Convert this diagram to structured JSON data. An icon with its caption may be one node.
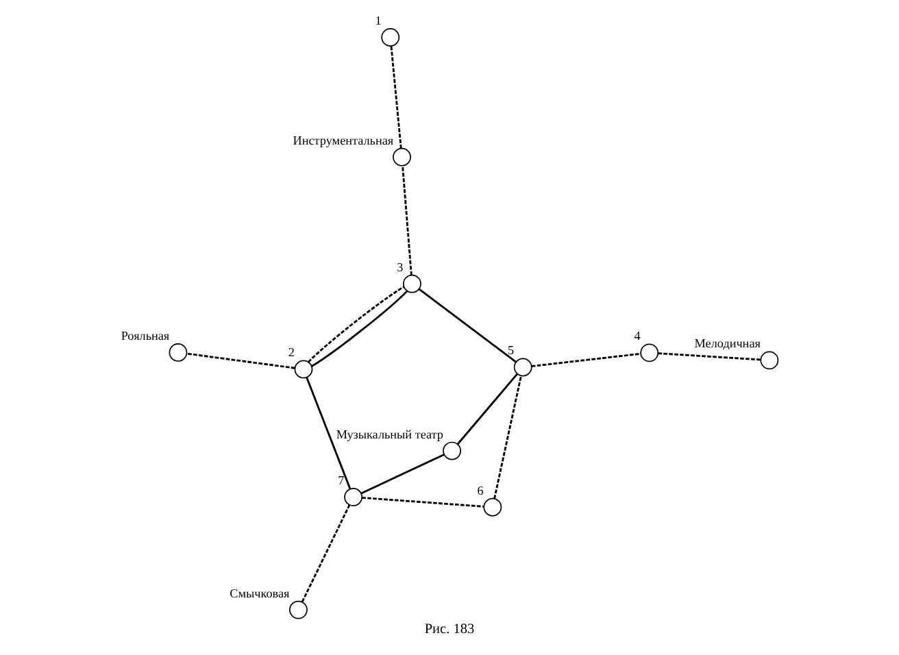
{
  "diagram": {
    "caption": "Рис. 183",
    "nodes": [
      {
        "text": [],
        "shape": "circle",
        "beside": [
          "Рояльная"
        ]
      },
      {
        "text": [],
        "shape": "circle",
        "beside": [
          "2"
        ]
      },
      {
        "text": [],
        "shape": "circle",
        "beside": [
          "7"
        ]
      },
      {
        "text": [],
        "shape": "circle",
        "beside": [
          "Инструментальная"
        ]
      },
      {
        "text": [],
        "shape": "circle",
        "beside": [
          "Смычковая"
        ]
      },
      {
        "text": [],
        "shape": "circle",
        "beside": [
          "6"
        ]
      },
      {
        "text": [],
        "shape": "circle",
        "beside": [
          "3"
        ]
      },
      {
        "text": [],
        "shape": "circle",
        "beside": [
          "Музыкальный театр"
        ]
      },
      {
        "text": [],
        "shape": "circle",
        "beside": [
          "5"
        ]
      },
      {
        "text": [],
        "shape": "circle",
        "beside": [
          "Мелодичная"
        ]
      },
      {
        "text": [],
        "shape": "circle",
        "beside": [
          "1"
        ]
      },
      {
        "text": [],
        "shape": "circle",
        "beside": [
          "4"
        ]
      }
    ],
    "edges": [
      {
        "from": 1,
        "to": 2,
        "arrow": "none"
      },
      {
        "from": 2,
        "to": 7,
        "arrow": "none"
      },
      {
        "from": 7,
        "to": 8,
        "arrow": "none"
      },
      {
        "from": 8,
        "to": 6,
        "arrow": "none"
      },
      {
        "from": 6,
        "to": 1,
        "arrow": "none"
      },
      {
        "from": 1,
        "to": 0,
        "arrow": "none",
        "style": "dashed"
      },
      {
        "from": 1,
        "to": 6,
        "arrow": "none",
        "style": "dashed"
      },
      {
        "from": 6,
        "to": 3,
        "arrow": "none",
        "style": "dashed"
      },
      {
        "from": 3,
        "to": 10,
        "arrow": "none",
        "style": "dashed"
      },
      {
        "from": 2,
        "to": 4,
        "arrow": "none",
        "style": "dashed"
      },
      {
        "from": 2,
        "to": 5,
        "arrow": "none",
        "style": "dashed"
      },
      {
        "from": 5,
        "to": 8,
        "arrow": "none",
        "style": "dashed"
      },
      {
        "from": 8,
        "to": 11,
        "arrow": "none",
        "style": "dashed"
      },
      {
        "from": 11,
        "to": 9,
        "arrow": "none",
        "style": "dashed"
      }
    ]
  }
}
